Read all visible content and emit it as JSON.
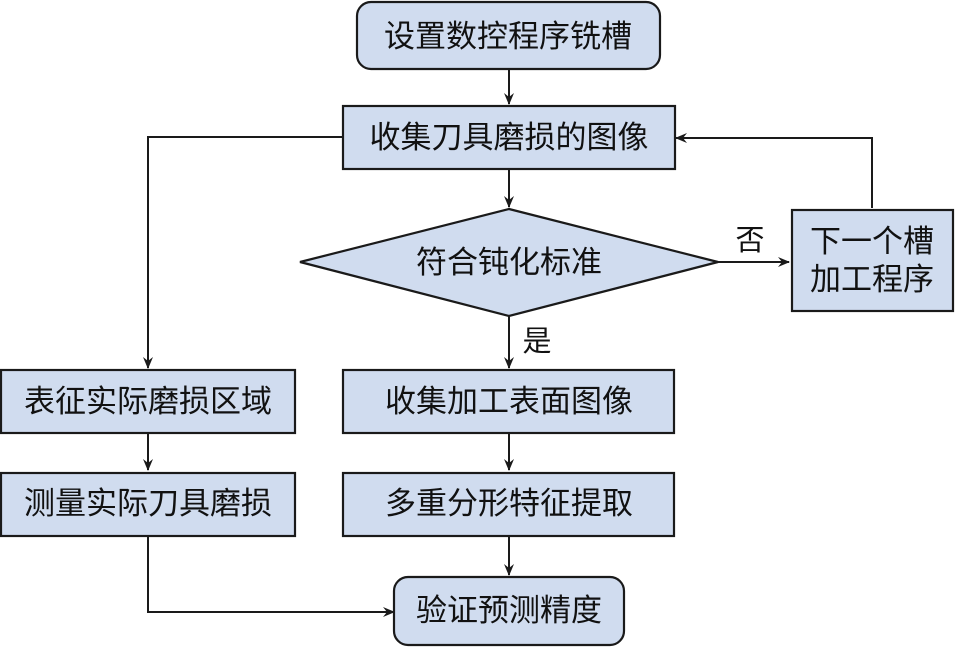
{
  "diagram": {
    "colors": {
      "fill": "#d0dcef",
      "stroke": "#1a1a1a"
    },
    "nodes": {
      "start": "设置数控程序铣槽",
      "collect_tool_images": "收集刀具磨损的图像",
      "decision": "符合钝化标准",
      "next_slot_line1": "下一个槽",
      "next_slot_line2": "加工程序",
      "characterize_wear": "表征实际磨损区域",
      "measure_wear": "测量实际刀具磨损",
      "collect_surface_images": "收集加工表面图像",
      "multifractal": "多重分形特征提取",
      "verify": "验证预测精度"
    },
    "edge_labels": {
      "no": "否",
      "yes": "是"
    }
  }
}
